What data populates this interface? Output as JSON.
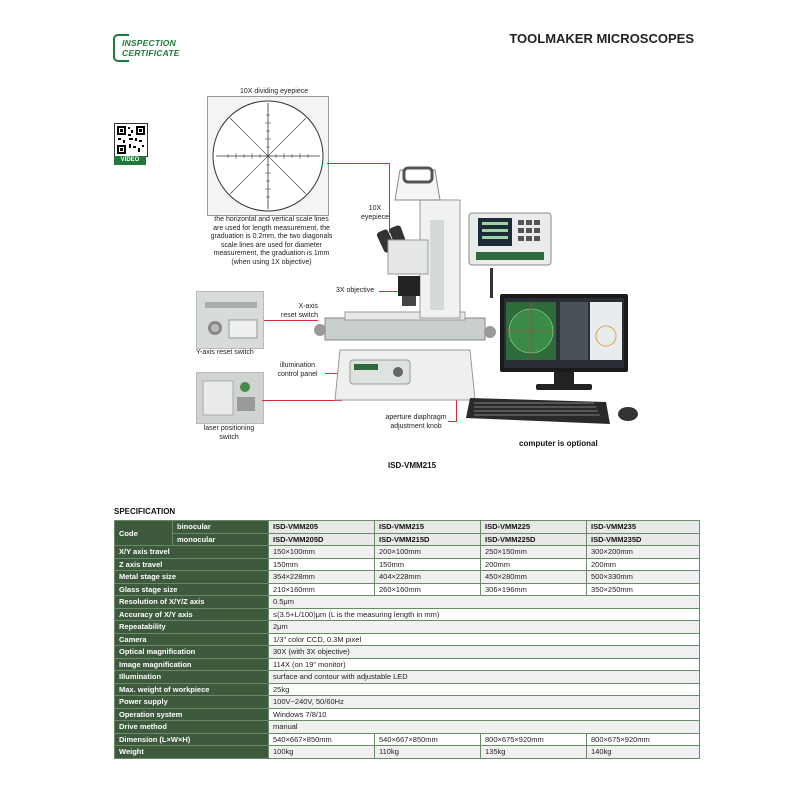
{
  "header": {
    "logo_line1": "INSPECTION",
    "logo_line2": "CERTIFICATE",
    "title": "TOOLMAKER MICROSCOPES",
    "brand_color": "#1f7a3a"
  },
  "qr": {
    "label": "VIDEO"
  },
  "annotations": {
    "eyepiece_title": "10X dividing eyepiece",
    "eyepiece_desc": [
      "the horizontal and vertical scale lines",
      "are used for length measurement, the",
      "graduation is 0.2mm, the two diagonals",
      "scale lines are used for diameter",
      "measurement, the graduation is 1mm",
      "(when using 1X objective)"
    ],
    "eyepiece_10x": [
      "10X",
      "eyepiece"
    ],
    "objective": "3X objective",
    "xaxis_reset": [
      "X-axis",
      "reset switch"
    ],
    "yaxis_reset": "Y-axis reset switch",
    "illumination": [
      "illumination",
      "control panel"
    ],
    "laser": [
      "laser positioning",
      "switch"
    ],
    "aperture": [
      "aperture diaphragm",
      "adjustment knob"
    ],
    "computer": "computer is optional",
    "model": "ISD-VMM215"
  },
  "spec": {
    "title": "SPECIFICATION",
    "code_label": "Code",
    "binocular_label": "binocular",
    "monocular_label": "monocular",
    "binocular_models": [
      "ISD-VMM205",
      "ISD-VMM215",
      "ISD-VMM225",
      "ISD-VMM235"
    ],
    "monocular_models": [
      "ISD-VMM205D",
      "ISD-VMM215D",
      "ISD-VMM225D",
      "ISD-VMM235D"
    ],
    "rows4": [
      {
        "label": "X/Y axis travel",
        "values": [
          "150×100mm",
          "200×100mm",
          "250×150mm",
          "300×200mm"
        ]
      },
      {
        "label": "Z axis travel",
        "values": [
          "150mm",
          "150mm",
          "200mm",
          "200mm"
        ]
      },
      {
        "label": "Metal stage size",
        "values": [
          "354×228mm",
          "404×228mm",
          "450×280mm",
          "500×330mm"
        ]
      },
      {
        "label": "Glass stage size",
        "values": [
          "210×160mm",
          "260×160mm",
          "306×196mm",
          "350×250mm"
        ]
      }
    ],
    "rows1": [
      {
        "label": "Resolution of X/Y/Z axis",
        "value": "0.5μm"
      },
      {
        "label": "Accuracy of X/Y axis",
        "value": "≤(3.5+L/100)μm (L is the measuring length in mm)"
      },
      {
        "label": "Repeatability",
        "value": "2μm"
      },
      {
        "label": "Camera",
        "value": "1/3\" color CCD, 0.3M pixel"
      },
      {
        "label": "Optical magnification",
        "value": "30X (with 3X objective)"
      },
      {
        "label": "Image magnification",
        "value": "114X (on 19\" monitor)"
      },
      {
        "label": "Illumination",
        "value": "surface and contour with adjustable LED"
      },
      {
        "label": "Max. weight of workpiece",
        "value": "25kg"
      },
      {
        "label": "Power supply",
        "value": "100V~240V, 50/60Hz"
      },
      {
        "label": "Operation system",
        "value": "Windows 7/8/10"
      },
      {
        "label": "Drive method",
        "value": "manual"
      }
    ],
    "rows4b": [
      {
        "label": "Dimension (L×W×H)",
        "values": [
          "540×667×850mm",
          "540×667×850mm",
          "800×675×920mm",
          "800×675×920mm"
        ]
      },
      {
        "label": "Weight",
        "values": [
          "100kg",
          "110kg",
          "135kg",
          "140kg"
        ]
      }
    ]
  }
}
